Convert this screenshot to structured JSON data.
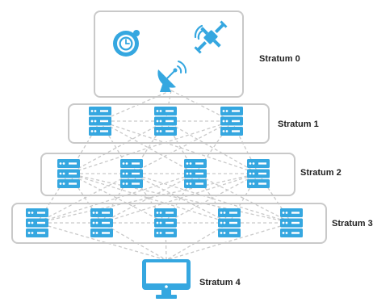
{
  "strata": [
    {
      "id": "stratum-0",
      "label": "Stratum 0"
    },
    {
      "id": "stratum-1",
      "label": "Stratum 1"
    },
    {
      "id": "stratum-2",
      "label": "Stratum 2"
    },
    {
      "id": "stratum-3",
      "label": "Stratum 3"
    },
    {
      "id": "stratum-4",
      "label": "Stratum 4"
    }
  ],
  "sources": [
    {
      "icon": "atomic-clock-icon"
    },
    {
      "icon": "satellite-icon"
    },
    {
      "icon": "satellite-dish-icon"
    }
  ],
  "client": {
    "icon": "monitor-icon"
  },
  "colors": {
    "accent": "#35a7e0",
    "server_dot": "#ffffff",
    "box_border": "#c9c9c9",
    "link": "#c9c9c9"
  }
}
